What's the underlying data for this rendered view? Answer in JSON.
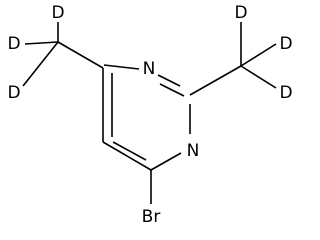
{
  "molecule": {
    "atoms": {
      "n1": "N",
      "n3": "N",
      "br": "Br",
      "d_left_top": "D",
      "d_left_mid": "D",
      "d_left_bot": "D",
      "d_right_top": "D",
      "d_right_mid": "D",
      "d_right_bot": "D"
    }
  }
}
